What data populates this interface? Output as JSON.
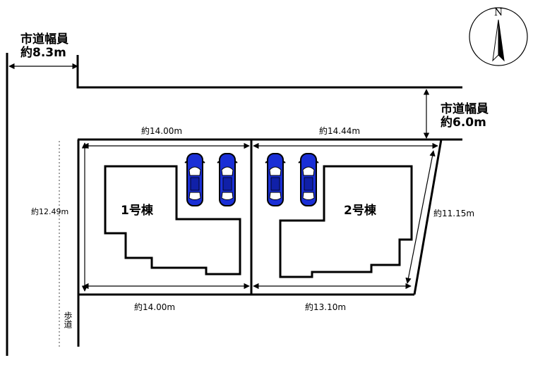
{
  "roads": {
    "west": {
      "line1": "市道幅員",
      "line2": "約8.3m"
    },
    "north": {
      "line1": "市道幅員",
      "line2": "約6.0m"
    }
  },
  "dimensions": {
    "lot1_top": "約14.00m",
    "lot2_top": "約14.44m",
    "lot1_bottom": "約14.00m",
    "lot2_bottom": "約13.10m",
    "left_depth": "約12.49m",
    "right_depth": "約11.15m"
  },
  "houses": {
    "lot1": "1号棟",
    "lot2": "2号棟"
  },
  "sidewalk": {
    "label": "歩道"
  },
  "compass": {
    "north": "N"
  },
  "colors": {
    "car_body": "#1a2fd6",
    "car_outline": "#000000",
    "line": "#000000"
  }
}
